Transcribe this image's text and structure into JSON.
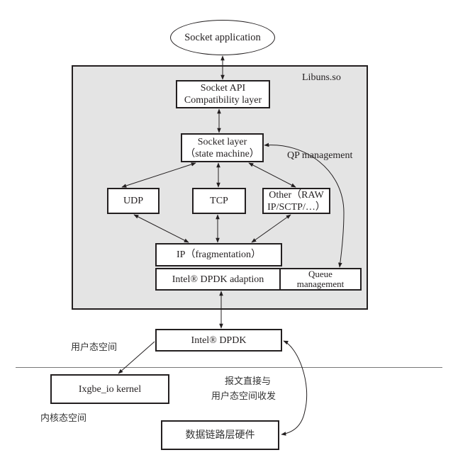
{
  "diagram": {
    "app_node": "Socket application",
    "library_label": "Libuns.so",
    "socket_api": [
      "Socket API",
      "Compatibility layer"
    ],
    "socket_layer": [
      "Socket layer",
      "（state machine）"
    ],
    "qp_management": "QP management",
    "udp": "UDP",
    "tcp": "TCP",
    "other": [
      "Other（RAW",
      "IP/SCTP/…）"
    ],
    "ip": "IP（fragmentation）",
    "dpdk_adaption": "Intel® DPDK adaption",
    "queue_management": [
      "Queue",
      "management"
    ],
    "dpdk": "Intel® DPDK",
    "user_space": "用户态空间",
    "kernel_space": "内核态空间",
    "ixgbe": "Ixgbe_io kernel",
    "direct_note": [
      "报文直接与",
      "用户态空间收发"
    ],
    "hardware": "数据链路层硬件"
  }
}
